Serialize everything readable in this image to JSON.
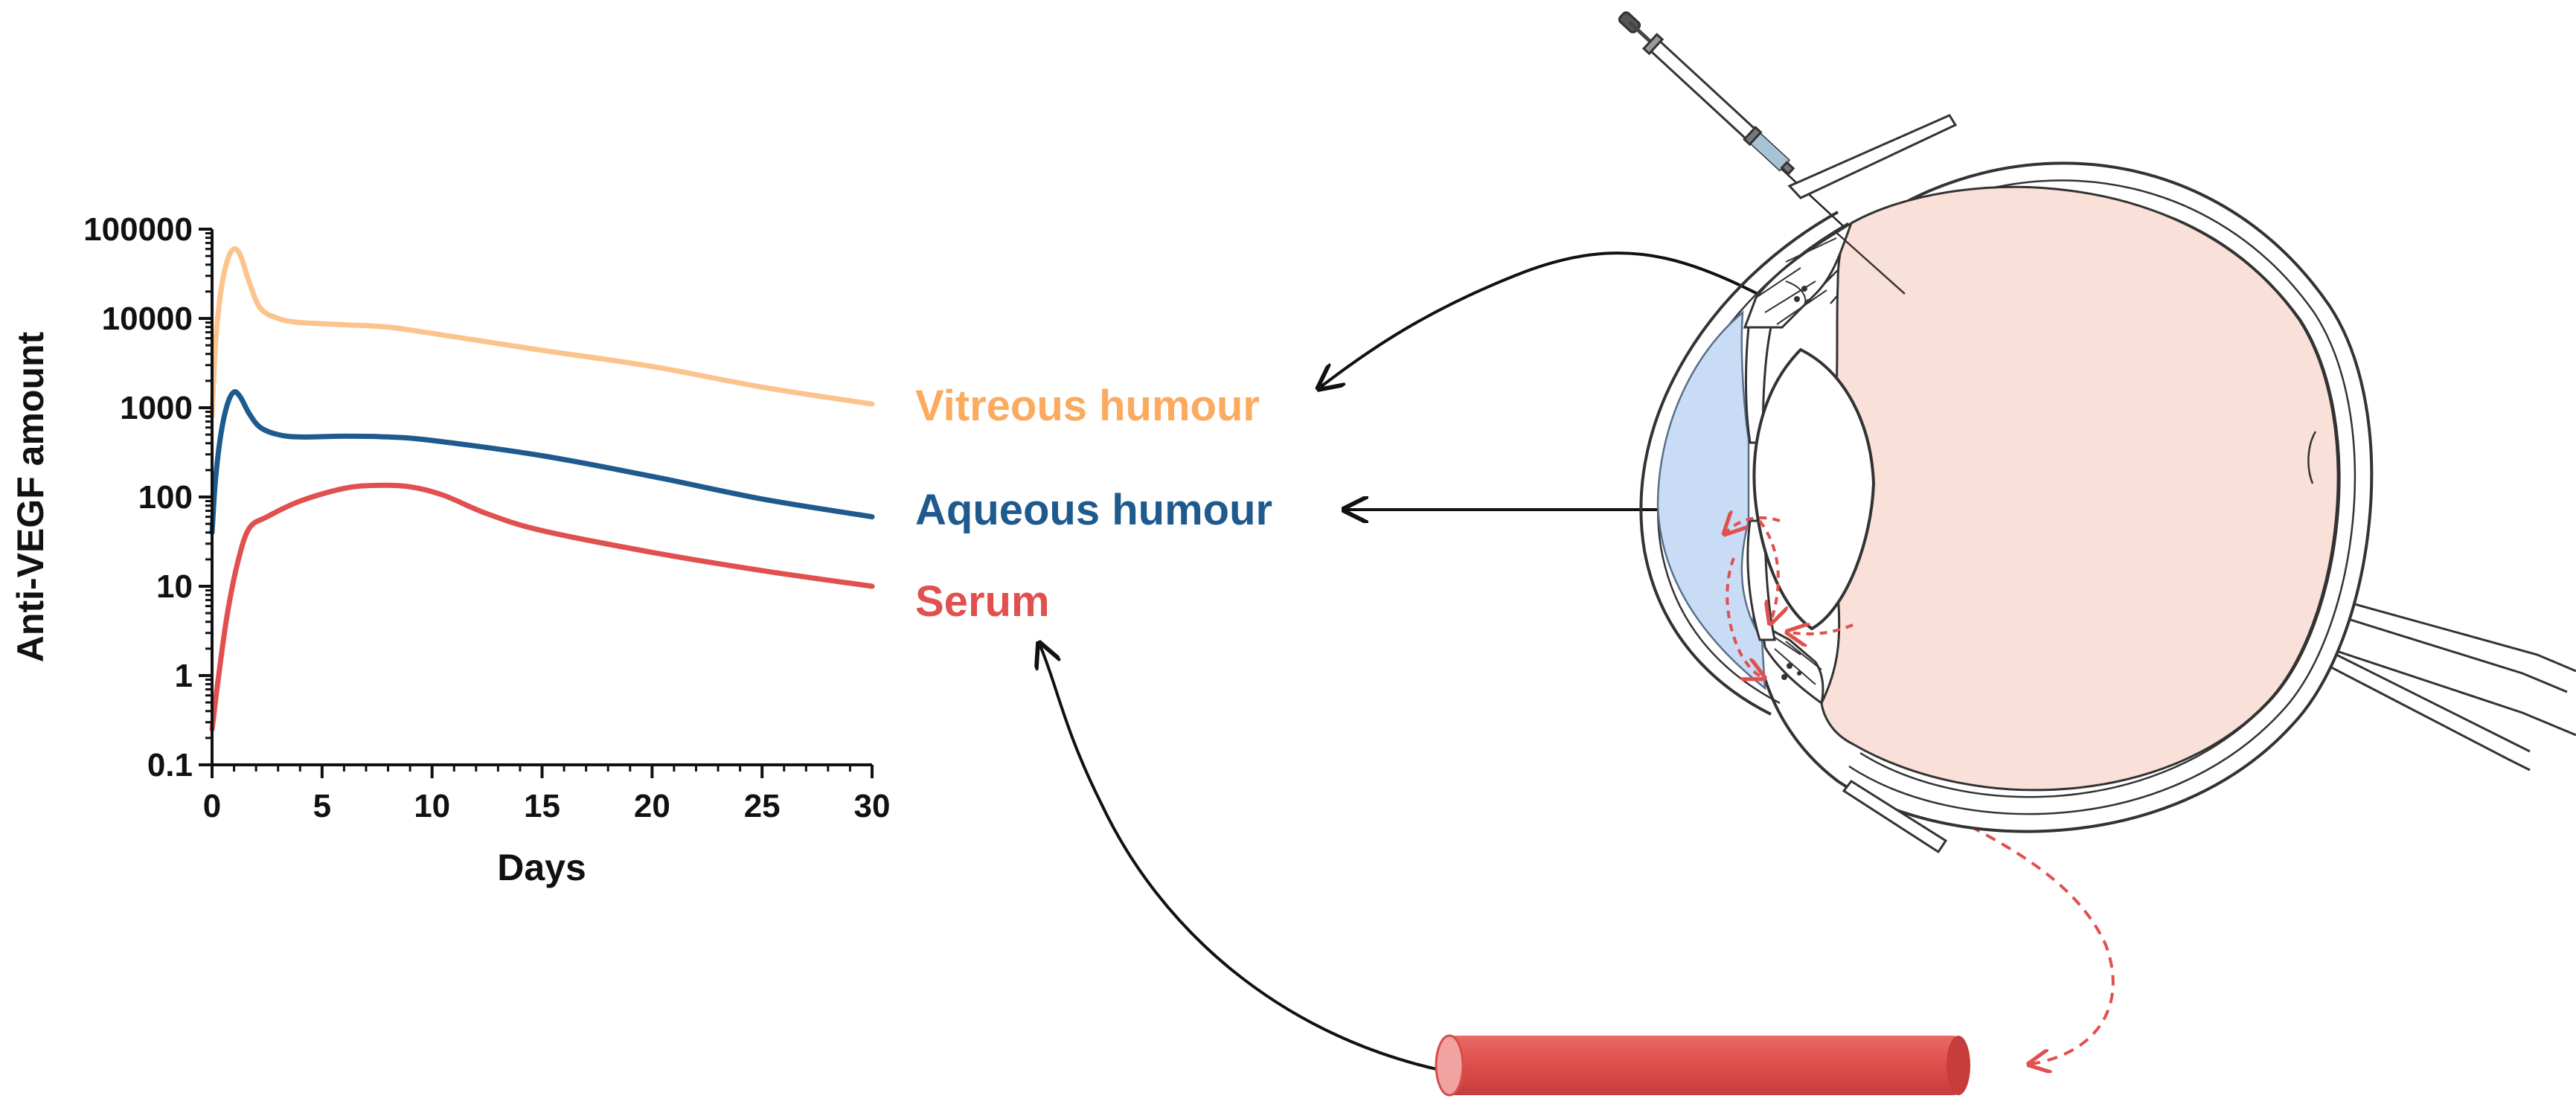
{
  "chart_data": {
    "type": "line",
    "xlabel": "Days",
    "ylabel": "Anti-VEGF amount",
    "xlim": [
      0,
      30
    ],
    "ylim": [
      0.1,
      100000
    ],
    "y_scale": "log",
    "grid": false,
    "x_ticks": [
      "0",
      "5",
      "10",
      "15",
      "20",
      "25",
      "30"
    ],
    "y_ticks": [
      "0.1",
      "1",
      "10",
      "100",
      "1000",
      "10000",
      "100000"
    ],
    "series": [
      {
        "name": "Vitreous humour",
        "color": "#fbc48d",
        "x": [
          0,
          0.15,
          0.4,
          0.7,
          1.0,
          1.3,
          1.7,
          2.2,
          3,
          4,
          6,
          8,
          10,
          15,
          20,
          25,
          30
        ],
        "y": [
          800,
          5000,
          20000,
          45000,
          60000,
          50000,
          25000,
          13000,
          10000,
          9000,
          8500,
          8000,
          6800,
          4400,
          2900,
          1700,
          1100
        ]
      },
      {
        "name": "Aqueous humour",
        "color": "#1f5a8f",
        "x": [
          0,
          0.15,
          0.4,
          0.7,
          1.0,
          1.3,
          1.7,
          2.2,
          3,
          4,
          6,
          8,
          10,
          15,
          20,
          25,
          30
        ],
        "y": [
          40,
          150,
          500,
          1100,
          1500,
          1300,
          850,
          600,
          500,
          470,
          480,
          470,
          430,
          290,
          170,
          95,
          60
        ]
      },
      {
        "name": "Serum",
        "color": "#e0504e",
        "x": [
          0,
          0.3,
          0.7,
          1.2,
          1.7,
          2.5,
          4,
          6,
          7.5,
          9,
          10.5,
          12.5,
          15,
          20,
          25,
          30
        ],
        "y": [
          0.25,
          1,
          5,
          20,
          45,
          60,
          90,
          125,
          135,
          130,
          105,
          65,
          42,
          24,
          15,
          10
        ]
      }
    ]
  },
  "annotations": {
    "vitreous": "Vitreous humour",
    "aqueous": "Aqueous humour",
    "serum": "Serum"
  }
}
